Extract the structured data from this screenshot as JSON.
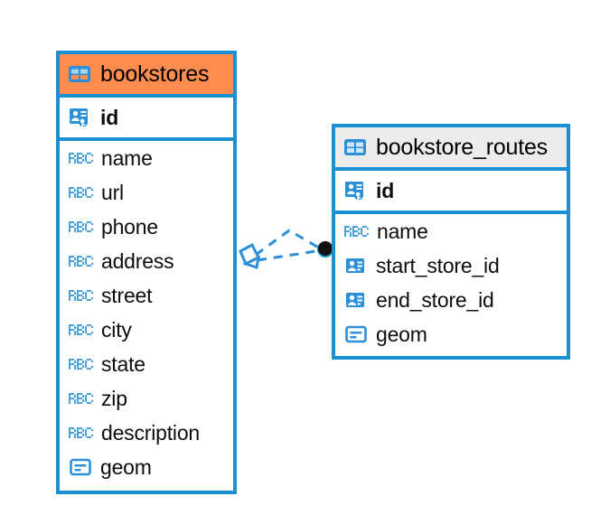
{
  "diagram": {
    "kind": "er-diagram",
    "background": "#ffffff",
    "accent_color": "#1a8fd1",
    "header_highlight_color": "#fd8d4e",
    "header_default_color": "#ececec",
    "icon_color": "#2b90d9",
    "relationship_endpoint_color": "#000000"
  },
  "tables": [
    {
      "name": "bookstores",
      "header_style": "orange",
      "icon": "table-icon",
      "primary_keys": [
        {
          "label": "id",
          "icon": "primary-key-icon"
        }
      ],
      "columns": [
        {
          "label": "name",
          "icon": "abc-text-icon"
        },
        {
          "label": "url",
          "icon": "abc-text-icon"
        },
        {
          "label": "phone",
          "icon": "abc-text-icon"
        },
        {
          "label": "address",
          "icon": "abc-text-icon"
        },
        {
          "label": "street",
          "icon": "abc-text-icon"
        },
        {
          "label": "city",
          "icon": "abc-text-icon"
        },
        {
          "label": "state",
          "icon": "abc-text-icon"
        },
        {
          "label": "zip",
          "icon": "abc-text-icon"
        },
        {
          "label": "description",
          "icon": "abc-text-icon"
        },
        {
          "label": "geom",
          "icon": "geometry-icon"
        }
      ]
    },
    {
      "name": "bookstore_routes",
      "header_style": "grey",
      "icon": "table-icon",
      "primary_keys": [
        {
          "label": "id",
          "icon": "primary-key-icon"
        }
      ],
      "columns": [
        {
          "label": "name",
          "icon": "abc-text-icon"
        },
        {
          "label": "start_store_id",
          "icon": "foreign-key-icon"
        },
        {
          "label": "end_store_id",
          "icon": "foreign-key-icon"
        },
        {
          "label": "geom",
          "icon": "geometry-icon"
        }
      ]
    }
  ],
  "relationship": {
    "from_table": "bookstores",
    "to_table": "bookstore_routes",
    "line_style": "dashed",
    "source_marker": "open-diamond-crowsfoot",
    "target_marker": "filled-circle"
  }
}
